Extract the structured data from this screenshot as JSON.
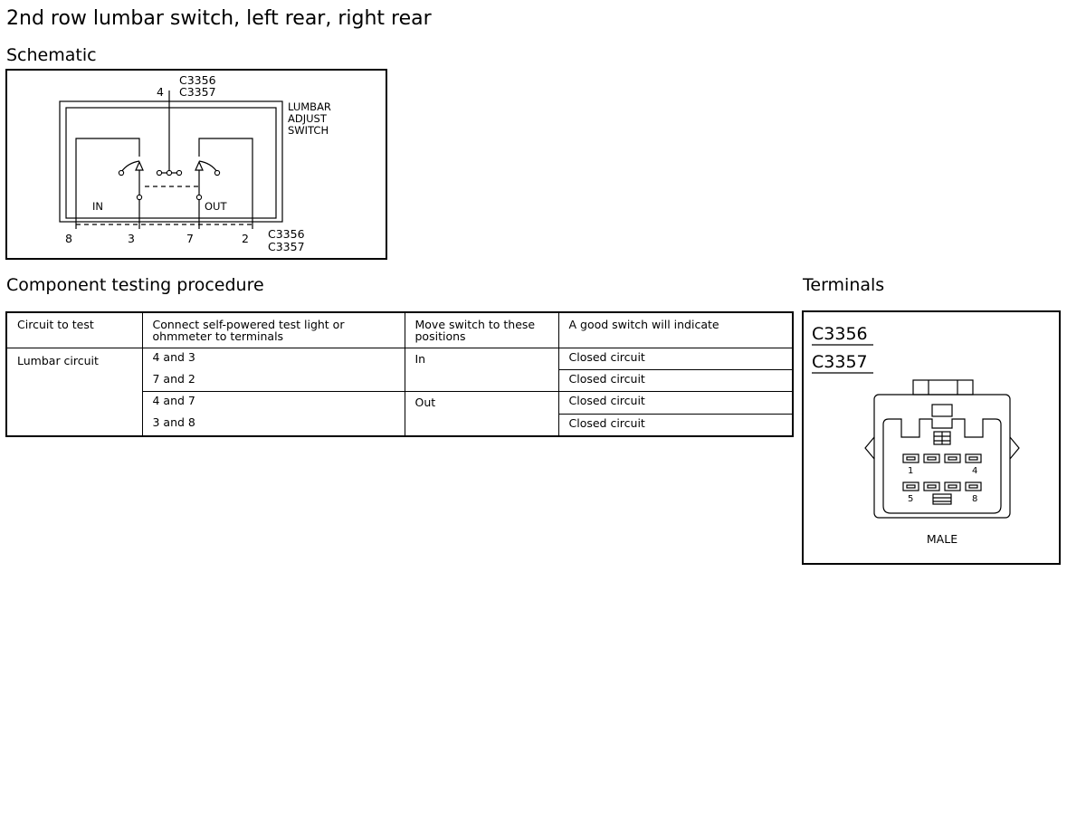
{
  "page": {
    "title": "2nd row lumbar switch, left rear, right rear"
  },
  "schematic": {
    "heading": "Schematic",
    "connector_top_1": "C3356",
    "connector_top_2": "C3357",
    "connector_bottom_1": "C3356",
    "connector_bottom_2": "C3357",
    "switch_label_1": "LUMBAR",
    "switch_label_2": "ADJUST",
    "switch_label_3": "SWITCH",
    "pin_top": "4",
    "pin_8": "8",
    "pin_3": "3",
    "pin_7": "7",
    "pin_2": "2",
    "label_in": "IN",
    "label_out": "OUT"
  },
  "procedure": {
    "heading": "Component testing procedure",
    "headers": {
      "circuit": "Circuit to test",
      "connect": "Connect self-powered test light or ohmmeter to terminals",
      "move": "Move switch to these positions",
      "good": "A good switch will indicate"
    },
    "circuit_name": "Lumbar circuit",
    "rows": [
      {
        "terminals": "4 and 3",
        "position": "In",
        "result": "Closed circuit"
      },
      {
        "terminals": "7 and 2",
        "position": "",
        "result": "Closed circuit"
      },
      {
        "terminals": "4 and 7",
        "position": "Out",
        "result": "Closed circuit"
      },
      {
        "terminals": "3 and 8",
        "position": "",
        "result": "Closed circuit"
      }
    ]
  },
  "terminals": {
    "heading": "Terminals",
    "connector_1": "C3356",
    "connector_2": "C3357",
    "pin_1": "1",
    "pin_4": "4",
    "pin_5": "5",
    "pin_8": "8",
    "gender": "MALE"
  }
}
